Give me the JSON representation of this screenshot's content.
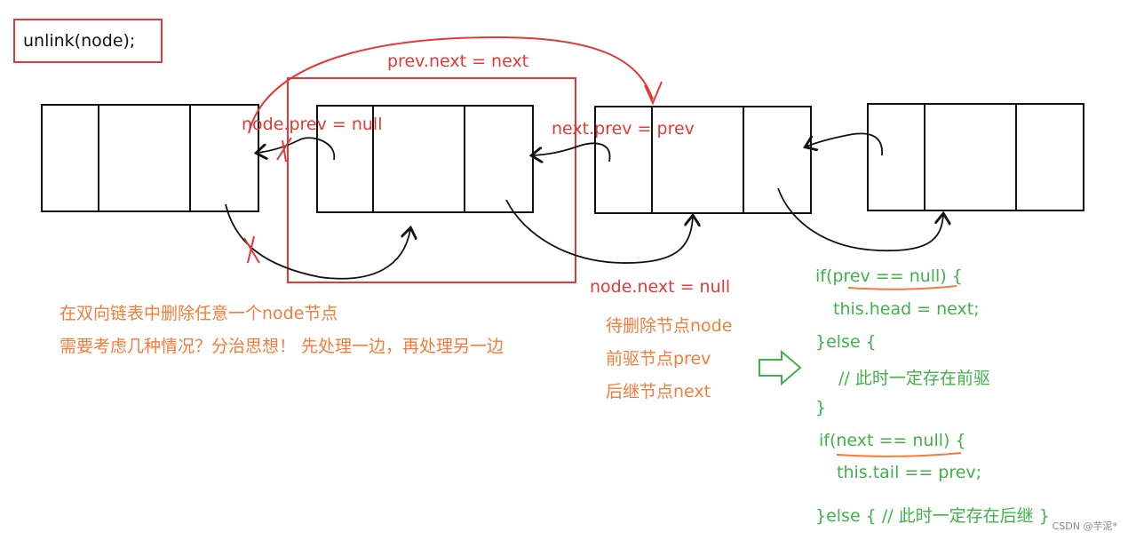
{
  "title": "unlink(node);",
  "nodes": [
    {
      "id": "n1",
      "label": ""
    },
    {
      "id": "n2",
      "label": ""
    },
    {
      "id": "n3",
      "label": ""
    },
    {
      "id": "n4",
      "label": ""
    }
  ],
  "labels": {
    "prev_next": "prev.next = next",
    "node_prev": "node.prev = null",
    "next_prev": "next.prev = prev",
    "node_next": "node.next = null"
  },
  "notes": {
    "line1": "在双向链表中删除任意一个node节点",
    "line2": "需要考虑几种情况？分治思想！ 先处理一边，再处理另一边"
  },
  "legend": {
    "item1": "待删除节点node",
    "item2": "前驱节点prev",
    "item3": "后继节点next"
  },
  "code": {
    "l1": "if(prev == null) {",
    "l2": "this.head = next;",
    "l3": "}else {",
    "l4": "// 此时一定存在前驱",
    "l5": "}",
    "l6": "if(next == null) {",
    "l7": "this.tail == prev;",
    "l8": "}else { // 此时一定存在后继 }"
  },
  "watermark": "CSDN @芋泥*",
  "colors": {
    "red": "#e53935",
    "orange": "#f57c3a",
    "green": "#3fb24a",
    "black": "#111111"
  }
}
